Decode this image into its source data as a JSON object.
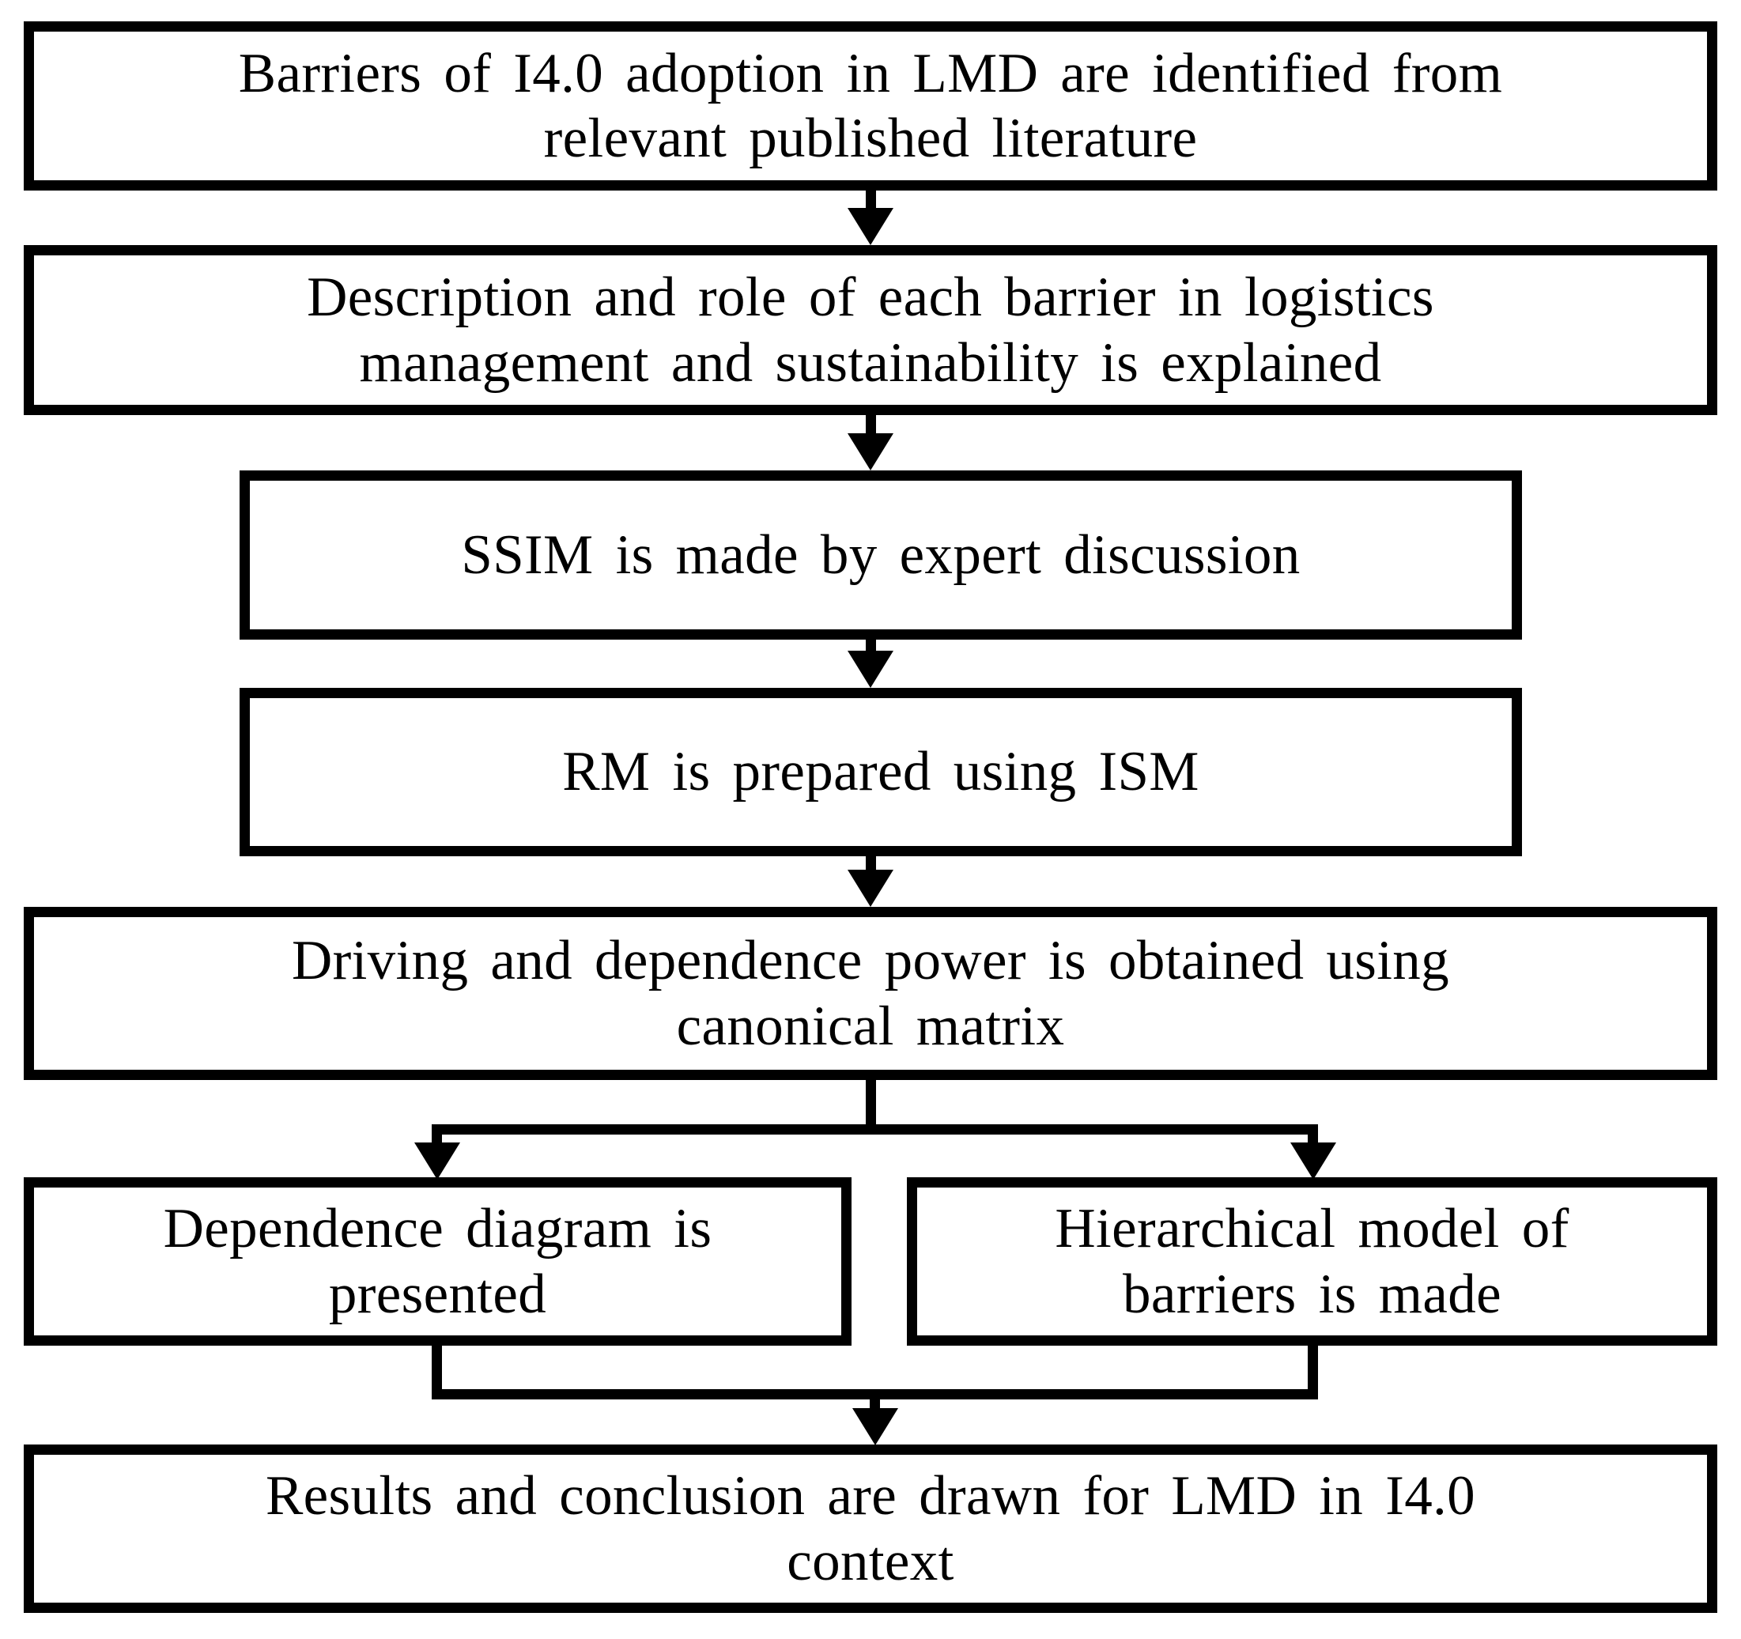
{
  "diagram": {
    "type": "flowchart",
    "colors": {
      "line": "#000000",
      "background": "#ffffff",
      "text": "#000000"
    },
    "boxes": [
      {
        "name": "barriers-identified",
        "lines": [
          "Barriers of I4.0 adoption in LMD are identified from",
          "relevant published literature"
        ]
      },
      {
        "name": "barrier-description",
        "lines": [
          "Description and role of each barrier in logistics",
          "management and sustainability is explained"
        ]
      },
      {
        "name": "ssim-expert-discussion",
        "lines": [
          "SSIM is made by expert discussion"
        ]
      },
      {
        "name": "rm-prepared-ism",
        "lines": [
          "RM is prepared using ISM"
        ]
      },
      {
        "name": "driving-dependence-power",
        "lines": [
          "Driving and dependence power is obtained using",
          "canonical matrix"
        ]
      },
      {
        "name": "dependence-diagram",
        "lines": [
          "Dependence diagram is",
          "presented"
        ]
      },
      {
        "name": "hierarchical-model",
        "lines": [
          "Hierarchical model of",
          "barriers is made"
        ]
      },
      {
        "name": "results-conclusion",
        "lines": [
          "Results and conclusion are drawn for LMD in I4.0",
          "context"
        ]
      }
    ]
  }
}
